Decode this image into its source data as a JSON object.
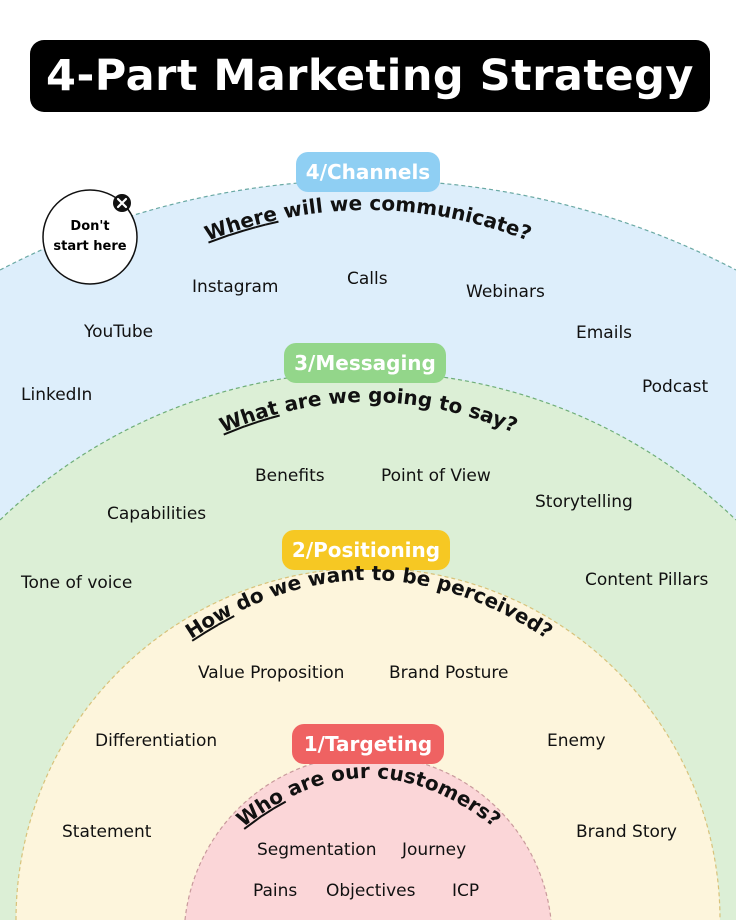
{
  "title": "4-Part Marketing Strategy",
  "note": {
    "line1": "Don't",
    "line2": "start here",
    "icon": "close-icon"
  },
  "layers": [
    {
      "badge": "4/Channels",
      "question_lead": "Where",
      "question_rest": " will we communicate?",
      "color": "#ddeefb",
      "badge_color": "#8fcff3",
      "items": [
        "Instagram",
        "Calls",
        "Webinars",
        "YouTube",
        "Emails",
        "LinkedIn",
        "Podcast"
      ]
    },
    {
      "badge": "3/Messaging",
      "question_lead": "What",
      "question_rest": " are we going to say?",
      "color": "#dcefd6",
      "badge_color": "#93d68a",
      "items": [
        "Benefits",
        "Point of View",
        "Capabilities",
        "Storytelling",
        "Tone of voice",
        "Content Pillars"
      ]
    },
    {
      "badge": "2/Positioning",
      "question_lead": "How",
      "question_rest": " do we want to be perceived?",
      "color": "#fdf5dc",
      "badge_color": "#f6c823",
      "items": [
        "Value Proposition",
        "Brand Posture",
        "Differentiation",
        "Enemy",
        "Statement",
        "Brand Story"
      ]
    },
    {
      "badge": "1/Targeting",
      "question_lead": "Who",
      "question_rest": " are our customers?",
      "color": "#fbd6d8",
      "badge_color": "#ef6262",
      "items": [
        "Segmentation",
        "Journey",
        "Pains",
        "Objectives",
        "ICP"
      ]
    }
  ]
}
